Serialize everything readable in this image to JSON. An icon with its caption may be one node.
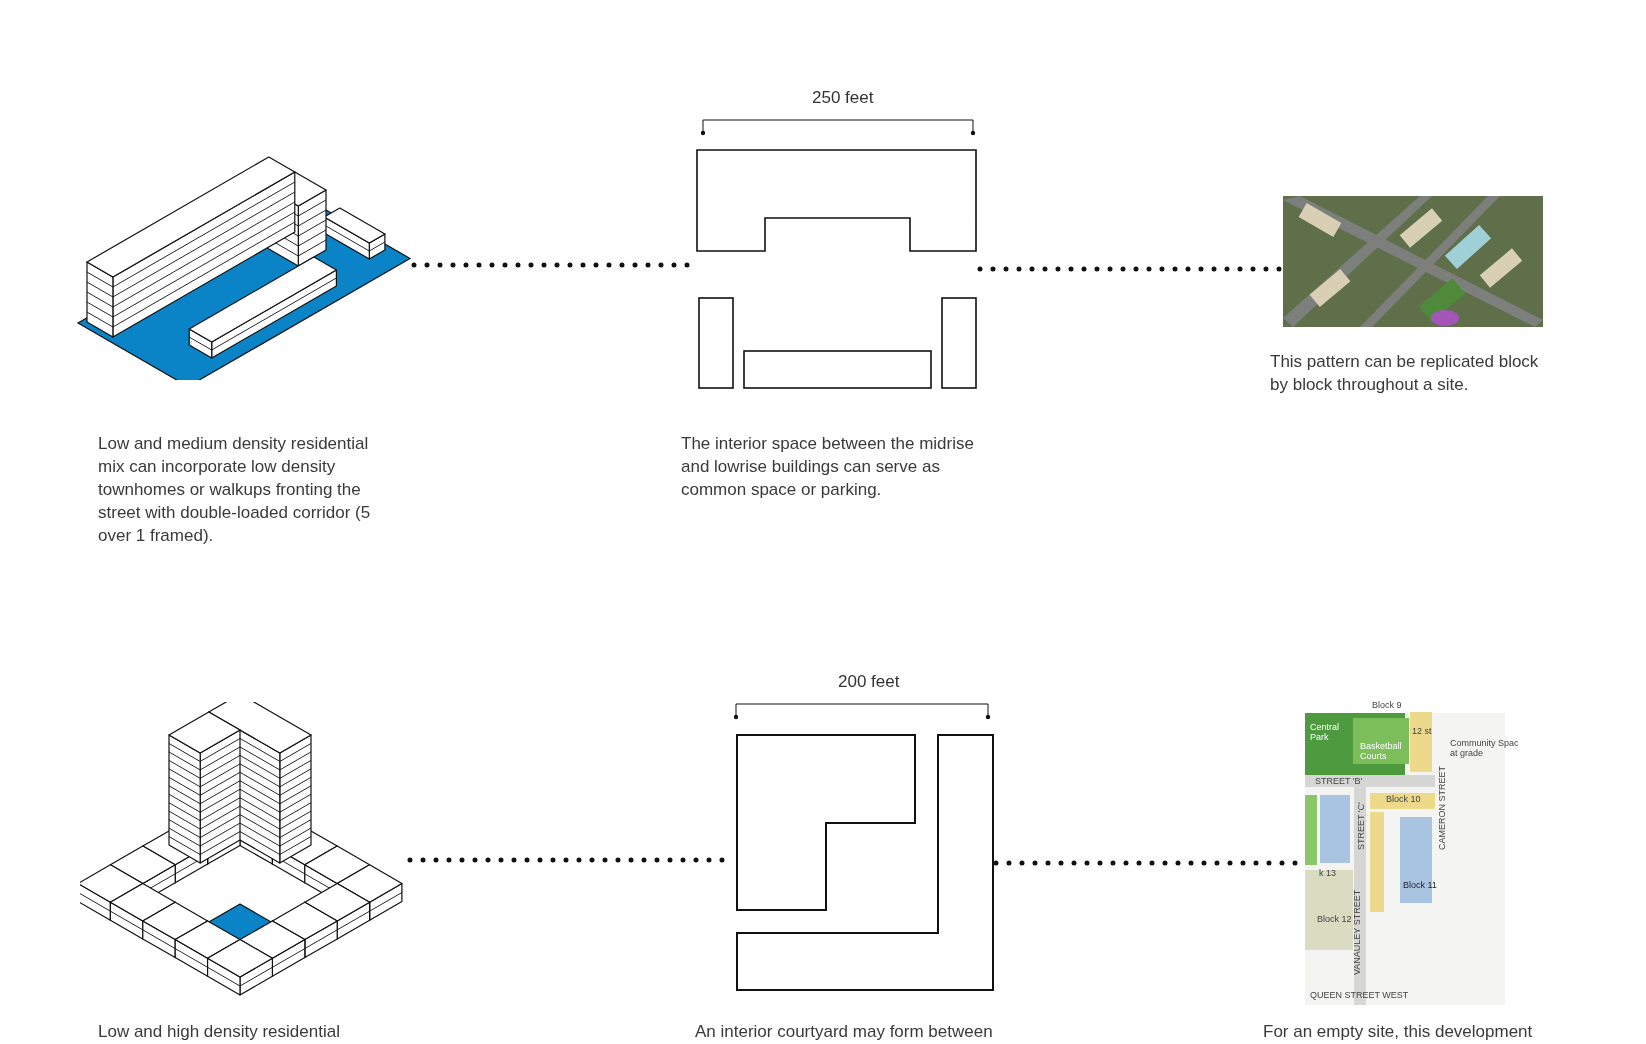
{
  "diagram": {
    "nodes": [
      {
        "text": [],
        "shape": "picture",
        "beside": [
          "Low and medium density residential mix can incorporate low density townhomes or walkups fronting the street with double-loaded corridor (5 over 1 framed)."
        ]
      },
      {
        "text": [],
        "shape": "picture",
        "beside": [
          "The interior space between the midrise and lowrise buildings can serve as common space or parking."
        ]
      },
      {
        "text": [],
        "shape": "picture",
        "beside": [
          "This pattern can be replicated block by block throughout a site."
        ]
      },
      {
        "text": [],
        "shape": "picture",
        "beside": [
          "Low and high density residential"
        ]
      },
      {
        "text": [],
        "shape": "picture",
        "beside": [
          "An interior courtyard may form between"
        ]
      },
      {
        "text": [],
        "shape": "picture",
        "beside": [
          "For an empty site, this development"
        ]
      }
    ],
    "edges": [
      {
        "from": 0,
        "to": 1,
        "arrow": "none",
        "style": "dashed"
      },
      {
        "from": 1,
        "to": 2,
        "arrow": "none",
        "style": "dashed"
      },
      {
        "from": 3,
        "to": 4,
        "arrow": "none",
        "style": "dashed"
      },
      {
        "from": 4,
        "to": 5,
        "arrow": "none",
        "style": "dashed"
      }
    ],
    "labels": [
      "250 feet",
      "200 feet",
      "Block 9",
      "Central Park",
      "Basketball Courts",
      "12 st",
      "Community Spac at grade",
      "STREET 'B'",
      "Block 10",
      "k 13",
      "STREET 'C'",
      "CAMERON STREET",
      "Block 11",
      "Block 12",
      "VANAULEY STREET",
      "QUEEN STREET WEST"
    ]
  }
}
